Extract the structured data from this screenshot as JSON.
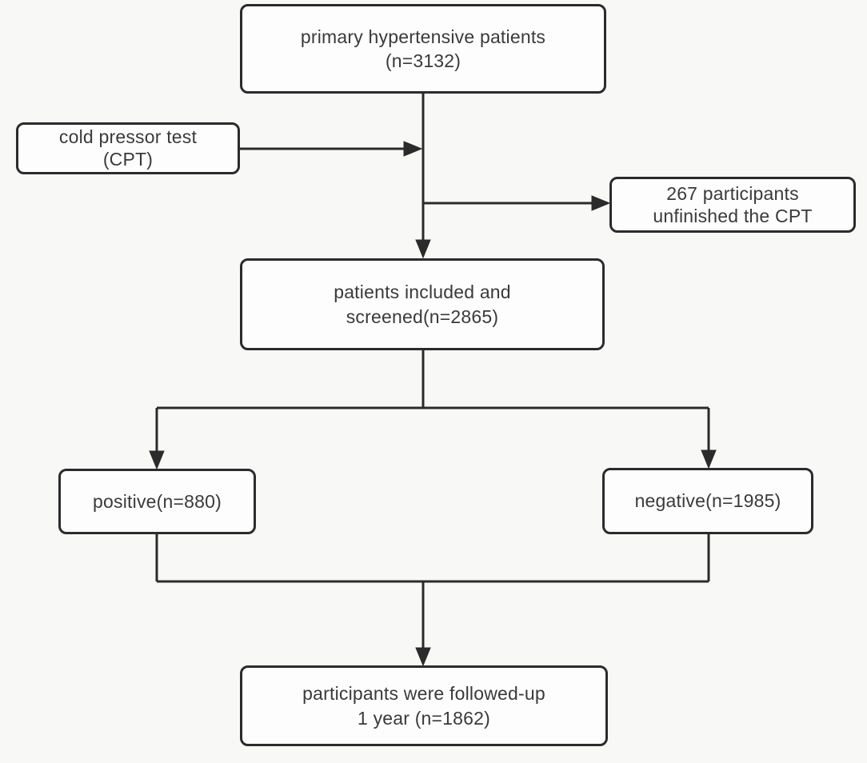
{
  "theme": {
    "bg": "#f8f8f7",
    "box-fill": "#fdfdfd",
    "line": "#2b2b2b",
    "text": "#3a3a3a"
  },
  "diagram": {
    "type": "flowchart",
    "nodes": {
      "primary": {
        "label": "primary hypertensive patients\n(n=3132)",
        "count": 3132
      },
      "cpt": {
        "label": "cold pressor test\n(CPT)"
      },
      "unfinished": {
        "label": "267 participants\nunfinished the CPT",
        "count": 267
      },
      "screened": {
        "label": "patients included and\nscreened(n=2865)",
        "count": 2865
      },
      "positive": {
        "label": "positive(n=880)",
        "count": 880
      },
      "negative": {
        "label": "negative(n=1985)",
        "count": 1985
      },
      "followup": {
        "label": "participants were followed-up\n1 year (n=1862)",
        "count": 1862
      }
    },
    "edges": [
      {
        "from": "cpt",
        "to": "primary-screened-flow",
        "arrow": true
      },
      {
        "from": "primary",
        "to": "screened",
        "arrow": true
      },
      {
        "from": "primary-screened-flow",
        "to": "unfinished",
        "arrow": true
      },
      {
        "from": "screened",
        "to": "positive",
        "arrow": true
      },
      {
        "from": "screened",
        "to": "negative",
        "arrow": true
      },
      {
        "from": "positive",
        "to": "followup",
        "arrow": true
      },
      {
        "from": "negative",
        "to": "followup",
        "arrow": true
      }
    ]
  }
}
